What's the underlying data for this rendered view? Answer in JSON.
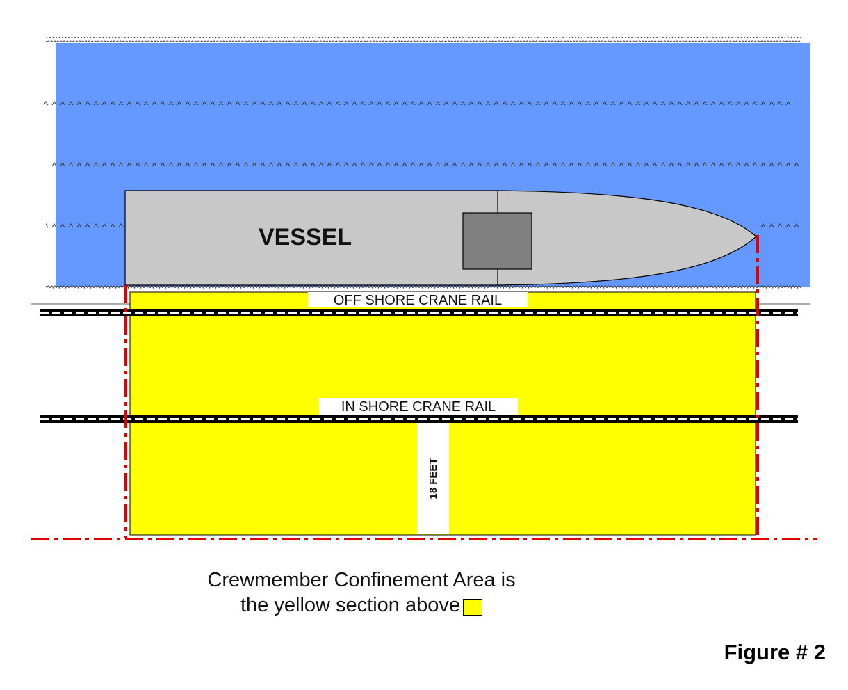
{
  "labels": {
    "vessel": "VESSEL",
    "offshore_rail": "OFF SHORE CRANE RAIL",
    "inshore_rail": "IN SHORE CRANE RAIL",
    "dimension": "18 FEET"
  },
  "caption": {
    "line1": "Crewmember Confinement Area is",
    "line2": "the yellow section above"
  },
  "figure_title": "Figure # 2",
  "colors": {
    "water": "#6699ff",
    "vessel": "#c8c8c8",
    "vessel_block": "#808080",
    "confinement_area": "#ffff00",
    "boundary": "#e00000"
  }
}
